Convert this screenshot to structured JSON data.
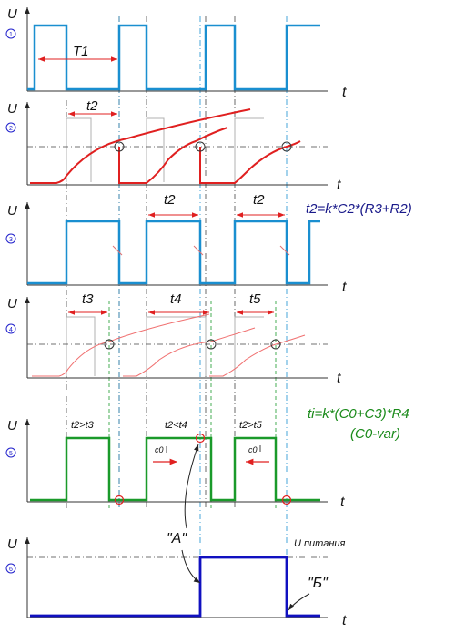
{
  "axis_labels": {
    "u": "U",
    "t": "t"
  },
  "panels": [
    {
      "number": "1",
      "labels": [
        {
          "text": "T1"
        }
      ]
    },
    {
      "number": "2",
      "labels": [
        {
          "text": "t2"
        }
      ]
    },
    {
      "number": "3",
      "labels": [
        {
          "text": "t2"
        },
        {
          "text": "t2"
        }
      ]
    },
    {
      "number": "4",
      "labels": [
        {
          "text": "t3"
        },
        {
          "text": "t4"
        },
        {
          "text": "t5"
        }
      ]
    },
    {
      "number": "5",
      "labels": [
        {
          "text": "t2>t3"
        },
        {
          "text": "t2<t4"
        },
        {
          "text": "t2>t5"
        },
        {
          "text": "c0"
        },
        {
          "text": "c0"
        }
      ]
    },
    {
      "number": "6",
      "labels": [
        {
          "text": "U питания"
        }
      ]
    }
  ],
  "formulas": {
    "f1": "t2=k*C2*(R3+R2)",
    "f2a": "ti=k*(C0+C3)*R4",
    "f2b": "(C0-var)"
  },
  "callouts": {
    "a": "\"A\"",
    "b": "\"Б\""
  },
  "colors": {
    "signal_blue": "#1a8fd0",
    "ramp_red": "#e02020",
    "ramp_light_red": "#f07070",
    "output_green": "#1a9a2a",
    "final_blue": "#1010c0",
    "formula_navy": "#1a1a8a",
    "formula_green": "#1a8a1a"
  }
}
